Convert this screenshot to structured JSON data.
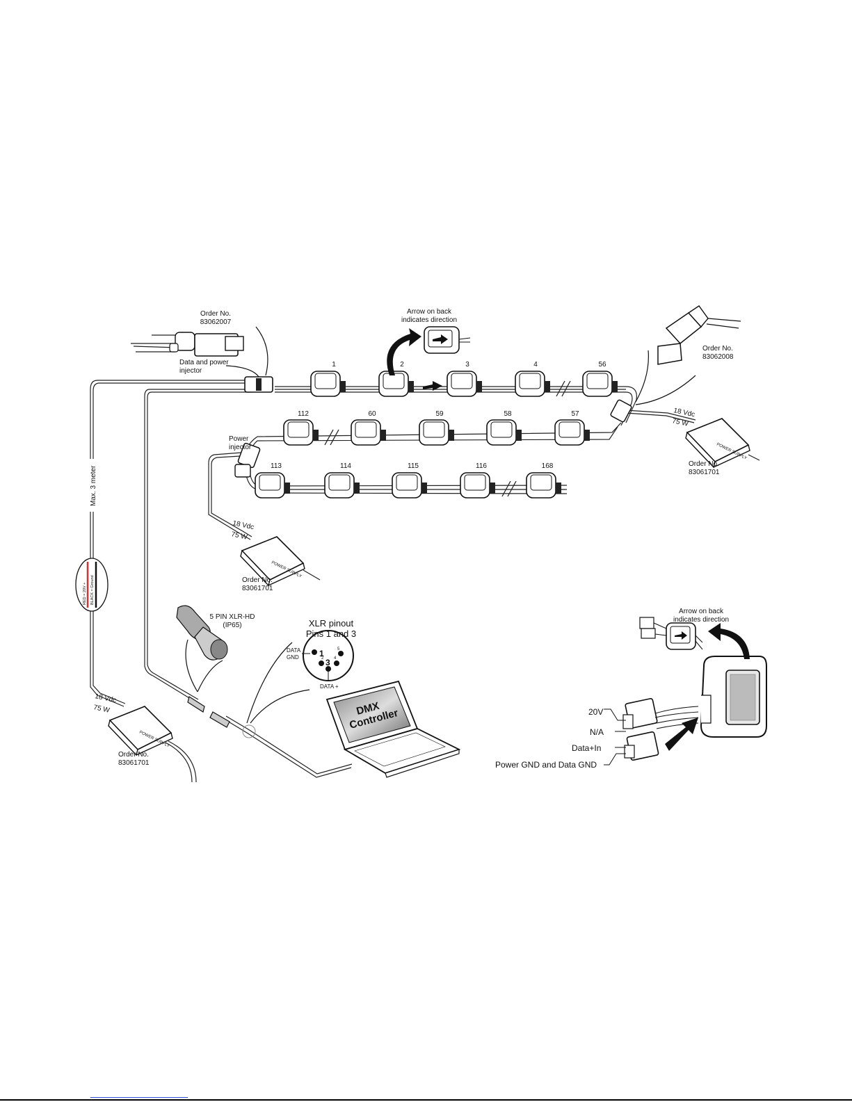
{
  "labels": {
    "order_top": "Order No.",
    "order_top_num": "83062007",
    "injector1": "Data and power",
    "injector2": "injector",
    "arrow_note1": "Arrow on back",
    "arrow_note2": "indicates direction",
    "order_right": "Order No.",
    "order_right_num": "83062008",
    "power_injector1": "Power",
    "power_injector2": "injector",
    "max_length": "Max. 3 meter",
    "wire_red": "RED = 20V +",
    "wire_black": "BLACK = Ground",
    "psu1_vdc": "18 Vdc",
    "psu1_w": "75 W",
    "psu1_order": "Order No.",
    "psu1_num": "83061701",
    "psu2_vdc": "18 Vdc",
    "psu2_w": "75 W",
    "psu2_order": "Order No.",
    "psu2_num": "83061701",
    "psu3_vdc": "18 Vdc",
    "psu3_w": "75 W",
    "psu3_order": "Order No.",
    "psu3_num": "83061701",
    "psu_text": "POWER SUPPLY",
    "xlr_type1": "5 PIN XLR-HD",
    "xlr_type2": "(IP65)",
    "xlr_pinout1": "XLR pinout",
    "xlr_pinout2": "Pins 1 and 3",
    "pin_data_gnd1": "DATA",
    "pin_data_gnd2": "GND",
    "pin_data_plus": "DATA +",
    "pin1": "1",
    "pin2": "2",
    "pin3": "3",
    "pin4": "4",
    "pin5": "5",
    "dmx1": "DMX",
    "dmx2": "Controller",
    "arrow_note_b1": "Arrow on back",
    "arrow_note_b2": "indicates direction",
    "conn_20v": "20V",
    "conn_na": "N/A",
    "conn_data": "Data+In",
    "conn_gnd": "Power GND and Data GND"
  },
  "modules": {
    "row1": [
      "1",
      "2",
      "3",
      "4",
      "56"
    ],
    "row2": [
      "112",
      "60",
      "59",
      "58",
      "57"
    ],
    "row3": [
      "113",
      "114",
      "115",
      "116",
      "168"
    ]
  }
}
